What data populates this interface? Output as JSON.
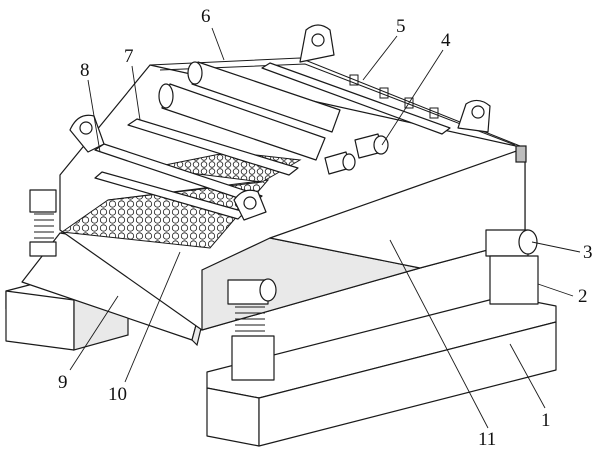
{
  "labels": {
    "l1": "1",
    "l2": "2",
    "l3": "3",
    "l4": "4",
    "l5": "5",
    "l6": "6",
    "l7": "7",
    "l8": "8",
    "l9": "9",
    "l10": "10",
    "l11": "11"
  },
  "colors": {
    "line": "#1a1a1a",
    "fill": "#ffffff",
    "shade": "#e9e9e9"
  }
}
